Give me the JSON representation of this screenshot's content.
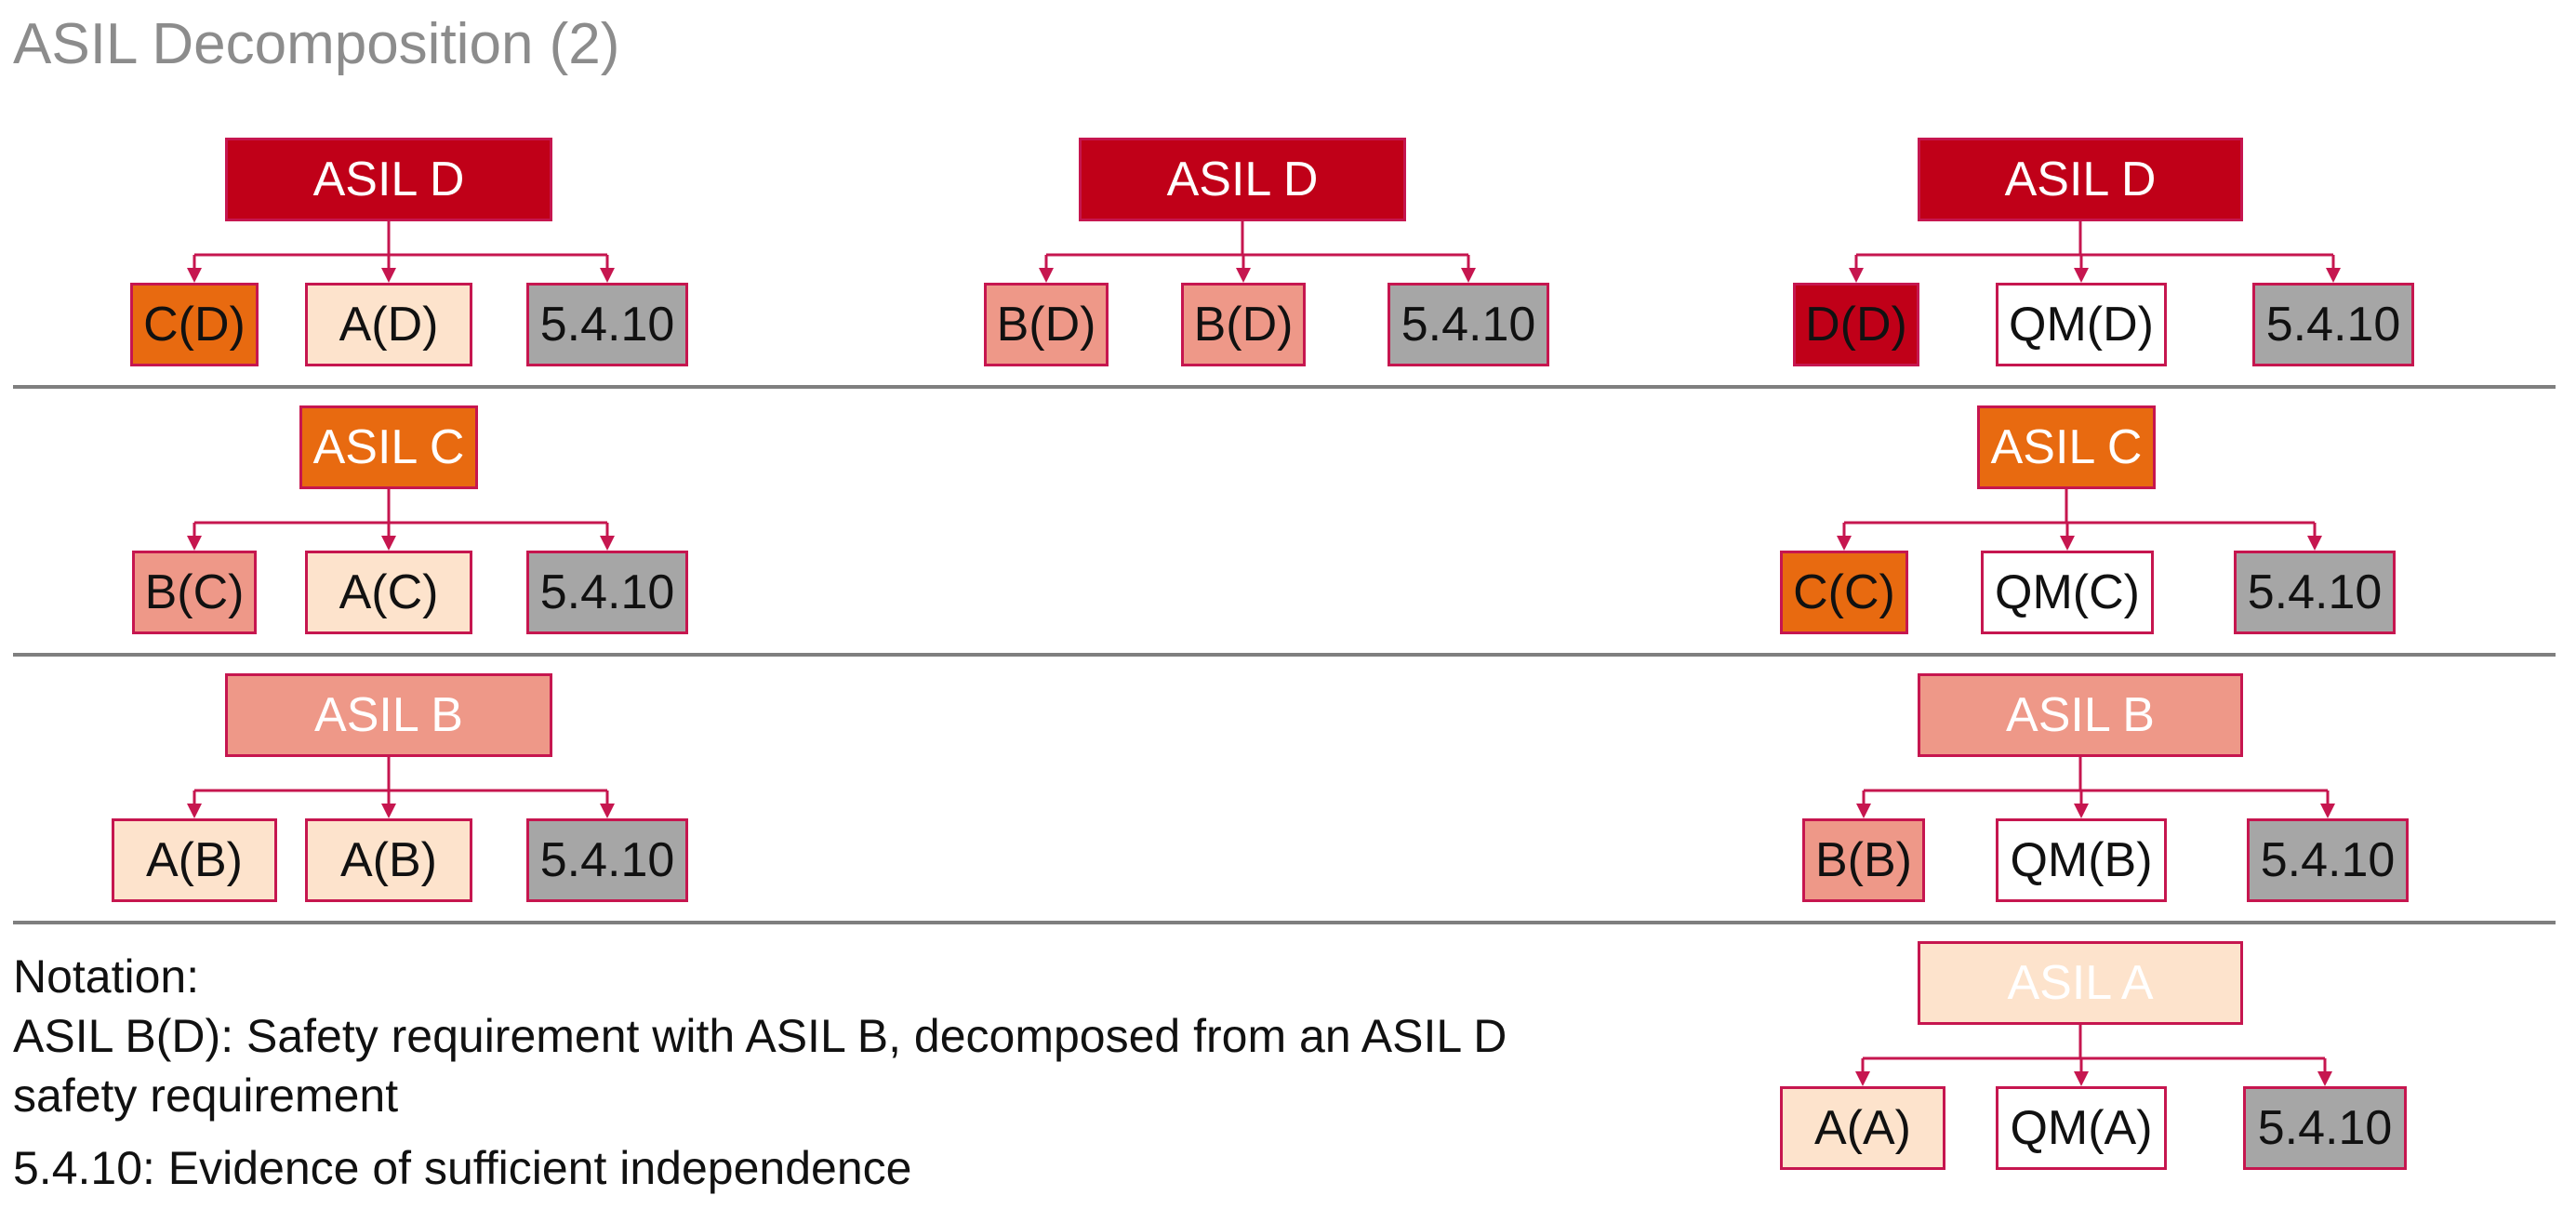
{
  "title": "ASIL Decomposition (2)",
  "colors": {
    "D": "#c00018",
    "C": "#e86a10",
    "B": "#ee9888",
    "A": "#fde3cc",
    "QM": "#ffffff",
    "ref": "#a6a6a6",
    "line": "#c6164f"
  },
  "trees": {
    "t1": {
      "root": {
        "label": "ASIL D",
        "c": "D"
      },
      "kids": [
        {
          "label": "C(D)",
          "c": "C"
        },
        {
          "label": "A(D)",
          "c": "A"
        },
        {
          "label": "5.4.10",
          "c": "ref"
        }
      ]
    },
    "t2": {
      "root": {
        "label": "ASIL D",
        "c": "D"
      },
      "kids": [
        {
          "label": "B(D)",
          "c": "B"
        },
        {
          "label": "B(D)",
          "c": "B"
        },
        {
          "label": "5.4.10",
          "c": "ref"
        }
      ]
    },
    "t3": {
      "root": {
        "label": "ASIL D",
        "c": "D"
      },
      "kids": [
        {
          "label": "D(D)",
          "c": "D"
        },
        {
          "label": "QM(D)",
          "c": "QM"
        },
        {
          "label": "5.4.10",
          "c": "ref"
        }
      ]
    },
    "t4": {
      "root": {
        "label": "ASIL C",
        "c": "C"
      },
      "kids": [
        {
          "label": "B(C)",
          "c": "B"
        },
        {
          "label": "A(C)",
          "c": "A"
        },
        {
          "label": "5.4.10",
          "c": "ref"
        }
      ]
    },
    "t5": {
      "root": {
        "label": "ASIL C",
        "c": "C"
      },
      "kids": [
        {
          "label": "C(C)",
          "c": "C"
        },
        {
          "label": "QM(C)",
          "c": "QM"
        },
        {
          "label": "5.4.10",
          "c": "ref"
        }
      ]
    },
    "t6": {
      "root": {
        "label": "ASIL B",
        "c": "B"
      },
      "kids": [
        {
          "label": "A(B)",
          "c": "A"
        },
        {
          "label": "A(B)",
          "c": "A"
        },
        {
          "label": "5.4.10",
          "c": "ref"
        }
      ]
    },
    "t7": {
      "root": {
        "label": "ASIL B",
        "c": "B"
      },
      "kids": [
        {
          "label": "B(B)",
          "c": "B"
        },
        {
          "label": "QM(B)",
          "c": "QM"
        },
        {
          "label": "5.4.10",
          "c": "ref"
        }
      ]
    },
    "t8": {
      "root": {
        "label": "ASIL A",
        "c": "A"
      },
      "kids": [
        {
          "label": "A(A)",
          "c": "A"
        },
        {
          "label": "QM(A)",
          "c": "QM"
        },
        {
          "label": "5.4.10",
          "c": "ref"
        }
      ]
    }
  },
  "notes": {
    "heading": "Notation:",
    "line1": "ASIL B(D): Safety requirement with ASIL B, decomposed from an ASIL D",
    "line2": "safety requirement",
    "line3": "5.4.10: Evidence of sufficient independence"
  }
}
